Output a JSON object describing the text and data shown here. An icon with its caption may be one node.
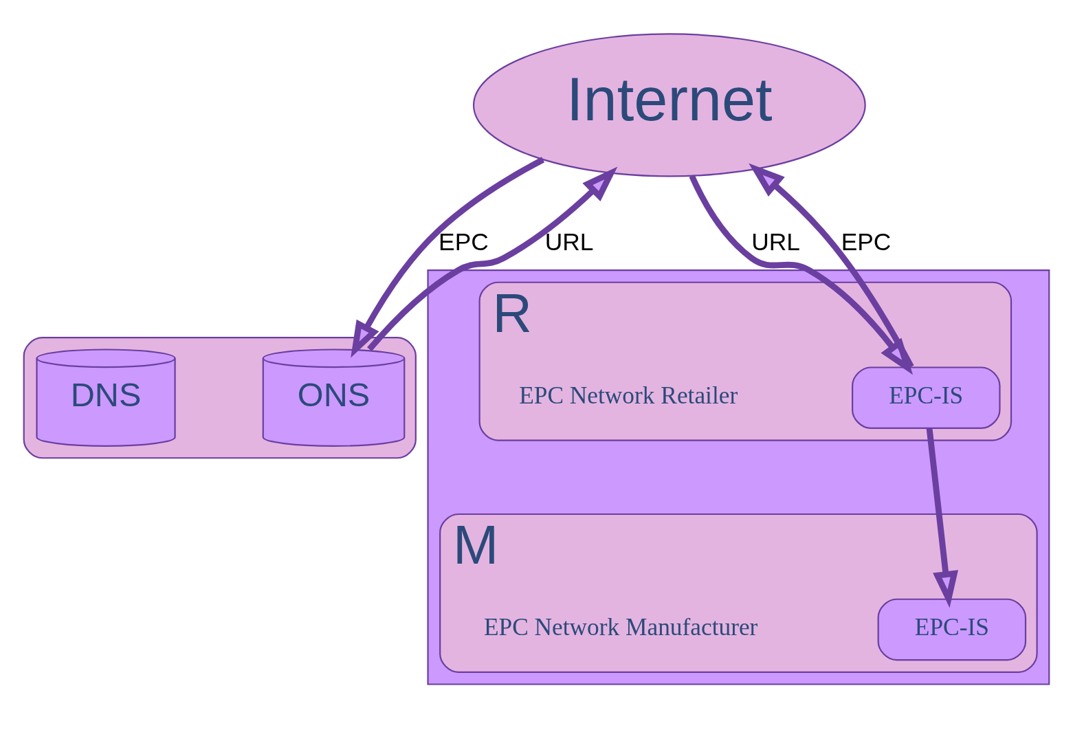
{
  "diagram": {
    "nodes": [
      {
        "text": [
          "Internet"
        ]
      },
      {
        "text": [],
        "shape": "cloud"
      },
      {
        "text": [
          "ONS"
        ],
        "in": 1
      },
      {
        "text": [
          "DNS"
        ],
        "in": 1
      },
      {
        "text": [],
        "shape": "parallelogram"
      },
      {
        "text": [
          "R"
        ],
        "in": 4,
        "beside": [
          "EPC Network Retailer"
        ]
      },
      {
        "text": [
          "EPC-IS"
        ],
        "in": 5
      },
      {
        "text": [
          "M"
        ],
        "in": 4,
        "beside": [
          "EPC Network Manufacturer"
        ]
      },
      {
        "text": [
          "EPC-IS"
        ],
        "in": 7
      }
    ],
    "edges": [
      {
        "from": 0,
        "to": 2,
        "arrow": "to",
        "label": "EPC"
      },
      {
        "from": 2,
        "to": 0,
        "arrow": "to",
        "label": "URL"
      },
      {
        "from": 6,
        "to": 0,
        "arrow": "to",
        "label": "EPC"
      },
      {
        "from": 0,
        "to": 6,
        "arrow": "to",
        "label": "URL"
      },
      {
        "from": 6,
        "to": 8,
        "arrow": "to"
      }
    ]
  }
}
